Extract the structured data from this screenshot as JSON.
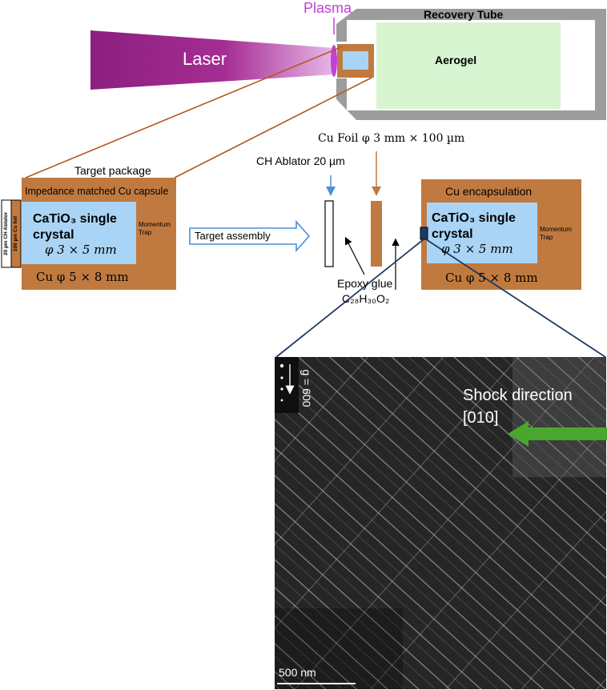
{
  "setup": {
    "laser_label": "Laser",
    "plasma_label": "Plasma",
    "recovery_tube_label": "Recovery Tube",
    "aerogel_label": "Aerogel"
  },
  "target_package": {
    "title": "Target package",
    "capsule_label": "Impedance matched Cu capsule",
    "crystal_label_line1": "CaTiO₃ single",
    "crystal_label_line2": "crystal",
    "crystal_dims": "φ 3 × 5 mm",
    "cu_dims": "Cu φ 5 × 8 mm",
    "momentum_trap_line1": "Momentum",
    "momentum_trap_line2": "Trap",
    "ablator_side_label": "20 µm CH Ablator",
    "cu_foil_side_label": "100 µm Cu foil"
  },
  "assembly": {
    "arrow_label": "Target assembly",
    "cu_foil_label": "Cu Foil φ 3 mm × 100 µm",
    "ch_ablator_label": "CH Ablator 20 µm",
    "epoxy_label": "Epoxy glue",
    "epoxy_formula": "C₂₈H₃₀O₂"
  },
  "encapsulation": {
    "title": "Cu encapsulation",
    "crystal_label_line1": "CaTiO₃ single",
    "crystal_label_line2": "crystal",
    "crystal_dims": "φ 3 × 5 mm",
    "cu_dims": "Cu φ 5 × 8 mm",
    "momentum_trap_line1": "Momentum",
    "momentum_trap_line2": "Trap"
  },
  "tem_image": {
    "g_vector_label": "g = 600",
    "shock_label_line1": "Shock direction",
    "shock_label_line2": "[010]",
    "scale_bar_label": "500 nm"
  },
  "colors": {
    "laser": "#a0288c",
    "plasma": "#c23fd6",
    "copper": "#c07a3f",
    "crystal": "#a9d4f5",
    "aerogel": "#d6f5d0",
    "tube": "#9c9c9c",
    "leader_line": "#b35a22",
    "zoom_line": "#1f3a63",
    "shock_arrow": "#4aa62f",
    "tem_background": "#262626"
  }
}
